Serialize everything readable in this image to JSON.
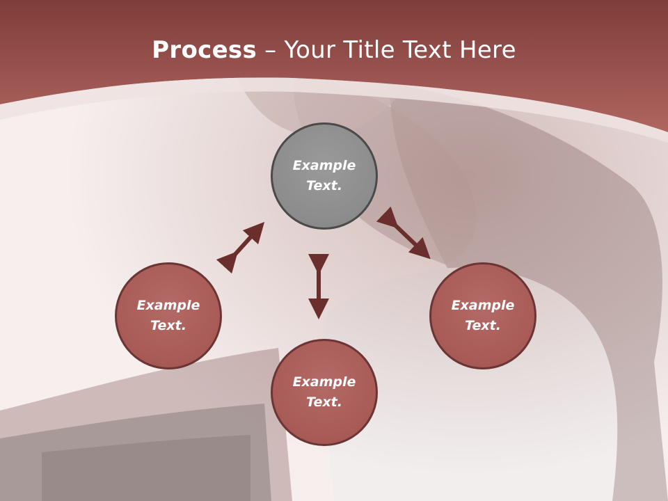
{
  "title": {
    "bold": "Process",
    "rest": " – Your Title Text Here"
  },
  "colors": {
    "header": "#a15550",
    "node_fill": "#a85a56",
    "node_border": "#6b3535",
    "center_fill": "#8c8c8c",
    "center_border": "#4a4a4a",
    "arrow": "#6a2f2d"
  },
  "nodes": {
    "top": {
      "line1": "Example",
      "line2": "Text."
    },
    "left": {
      "line1": "Example",
      "line2": "Text."
    },
    "right": {
      "line1": "Example",
      "line2": "Text."
    },
    "bottom": {
      "line1": "Example",
      "line2": "Text."
    }
  }
}
